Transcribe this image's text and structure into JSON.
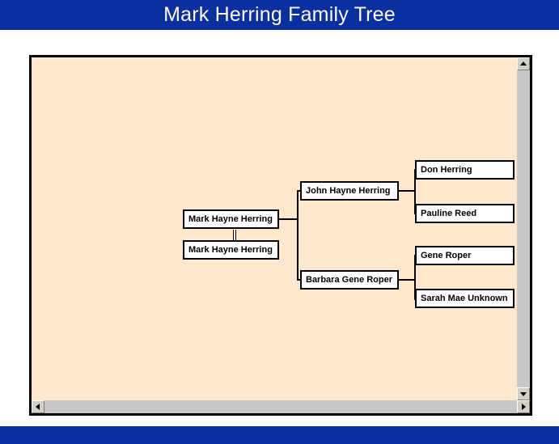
{
  "header": {
    "title": "Mark Herring Family Tree"
  },
  "colors": {
    "header_bar": "#0a2f9e",
    "footer_bar": "#0a2f9e",
    "header_text": "#fdfbe8",
    "canvas": "#ffe8cc",
    "node_fill": "#ffffff",
    "node_border": "#000000",
    "scrollbar_face": "#d4d0c8",
    "scrollbar_trough": "#c8c8c8"
  },
  "tree": {
    "nodes": {
      "self": "Mark Hayne Herring",
      "spouse": "Mark Hayne Herring",
      "father": "John Hayne Herring",
      "mother": "Barbara Gene Roper",
      "paternal_grandfather": "Don Herring",
      "paternal_grandmother": "Pauline Reed",
      "maternal_grandfather": "Gene Roper",
      "maternal_grandmother": "Sarah Mae Unknown"
    }
  },
  "scrollbars": {
    "vertical": {
      "up_icon": "triangle-up-icon",
      "down_icon": "triangle-down-icon"
    },
    "horizontal": {
      "left_icon": "triangle-left-icon",
      "right_icon": "triangle-right-icon"
    }
  },
  "footer": {
    "text": ""
  }
}
